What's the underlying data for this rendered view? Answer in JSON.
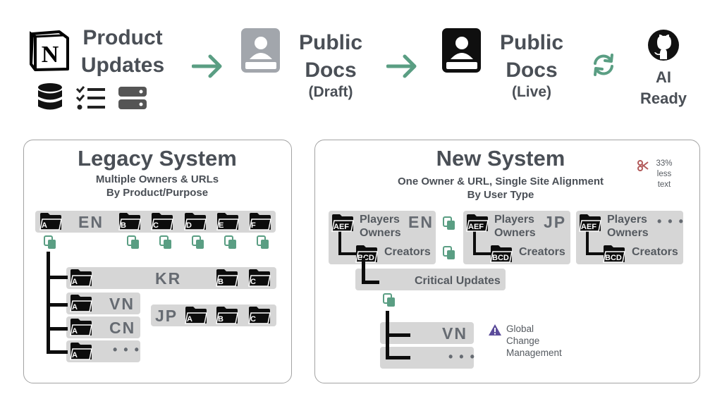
{
  "header": {
    "product_updates": [
      "Product",
      "Updates"
    ],
    "public_docs": [
      "Public",
      "Docs"
    ],
    "draft": "(Draft)",
    "live": "(Live)",
    "ai_ready": [
      "AI",
      "Ready"
    ],
    "icons": [
      "notion-logo-icon",
      "database-icon",
      "checklist-icon",
      "server-icon",
      "arrow-right-icon",
      "contact-book-icon",
      "sync-icon",
      "github-icon"
    ]
  },
  "legacy": {
    "title": "Legacy System",
    "subtitle": "Multiple Owners & URLs",
    "subtitle2": "By Product/Purpose",
    "en": "EN",
    "kr": "KR",
    "vn": "VN",
    "cn": "CN",
    "jp": "JP",
    "ellipsis": "• • •",
    "en_folders": [
      "A",
      "B",
      "C",
      "D",
      "E",
      "F"
    ],
    "kr_folders": [
      "A",
      "B",
      "C"
    ],
    "jp_folders": [
      "A",
      "B",
      "C"
    ],
    "vn_folders": [
      "A"
    ],
    "cn_folders": [
      "A"
    ],
    "etc_folders": [
      "A"
    ]
  },
  "newsys": {
    "title": "New System",
    "subtitle": "One Owner & URL, Single Site Alignment",
    "subtitle2": "By User Type",
    "note": [
      "33%",
      "less",
      "text"
    ],
    "players_owners": [
      "Players",
      "Owners"
    ],
    "creators": "Creators",
    "aef": "AEF",
    "bcd": "BCD",
    "en": "EN",
    "jp": "JP",
    "ellipsis": "• • •",
    "critical": "Critical Updates",
    "vn": "VN",
    "ellipsis2": "• • •",
    "global": [
      "Global",
      "Change",
      "Management"
    ]
  },
  "colors": {
    "accent_green": "#5a9e83",
    "warning_purple": "#5b4b9a",
    "scissors_red": "#b25a5a",
    "bar": "#d6d6d6",
    "tree": "#0d0d0d"
  }
}
